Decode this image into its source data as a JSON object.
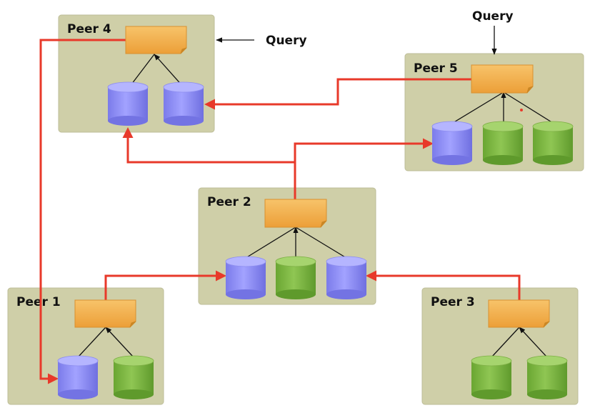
{
  "peers": [
    {
      "id": "peer1",
      "label": "Peer 1"
    },
    {
      "id": "peer2",
      "label": "Peer 2"
    },
    {
      "id": "peer3",
      "label": "Peer 3"
    },
    {
      "id": "peer4",
      "label": "Peer 4"
    },
    {
      "id": "peer5",
      "label": "Peer 5"
    }
  ],
  "queries": {
    "peer4_query": "Query",
    "peer5_query": "Query"
  },
  "colors": {
    "peer_box": "#cfcfa8",
    "peer_box_border": "#b9b994",
    "mediator": "#f2b04a",
    "local_source": "#8f8ff5",
    "remote_source": "#7fb93f",
    "mapping_arrow": "#e8392a",
    "query_arrow": "#111111"
  }
}
